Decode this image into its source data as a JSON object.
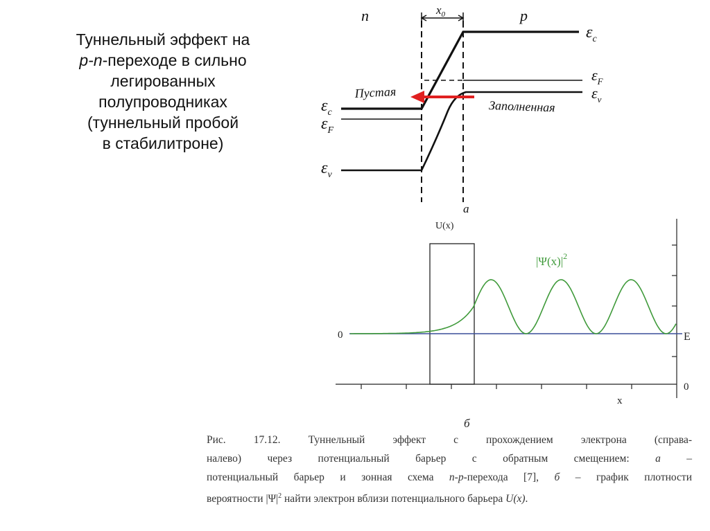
{
  "heading": {
    "line1": "Туннельный эффект на",
    "line2_pn": "p-n",
    "line2_rest": "-переходе в сильно",
    "line3": "легированных",
    "line4": "полупроводниках",
    "line5": "(туннельный пробой",
    "line6": "в стабилитроне)"
  },
  "band_diagram": {
    "label_n": "n",
    "label_p": "p",
    "label_x0": "x",
    "label_x0_sub": "0",
    "left_ec": "ε",
    "left_ec_sub": "c",
    "left_ef": "ε",
    "left_ef_sub": "F",
    "left_ev": "ε",
    "left_ev_sub": "v",
    "right_ec": "ε",
    "right_ec_sub": "c",
    "right_ef": "ε",
    "right_ef_sub": "F",
    "right_ev": "ε",
    "right_ev_sub": "v",
    "label_empty": "Пустая",
    "label_filled": "Заполненная",
    "sublabel": "a",
    "arrow_color": "#e02020"
  },
  "wave_plot": {
    "potential_label": "U(x)",
    "psi_label": "|Ψ(x)|",
    "psi_exp": "2",
    "zero_left": "0",
    "energy_label": "E",
    "zero_right": "0",
    "x_label": "x",
    "sublabel": "б",
    "psi_color": "#3f9a3a",
    "energy_line_color": "#3a4f9a"
  },
  "caption": {
    "line1": "Рис. 17.12. Туннельный эффект с прохождением электрона (справа-",
    "line2a": "налево) через потенциальный барьер с обратным смещением:",
    "line2_a": "а",
    "line2b": "–",
    "line3a": "потенциальный барьер и зонная схема",
    "line3_np": "n-p",
    "line3b": "-перехода [7],",
    "line3_b": "б",
    "line3c": "– график плотности",
    "line4a": "вероятности",
    "line4_psi": "|Ψ|",
    "line4_exp": "2",
    "line4b": "найти электрон вблизи потенциального барьера",
    "line4_u": "U(x)",
    "line4c": "."
  }
}
